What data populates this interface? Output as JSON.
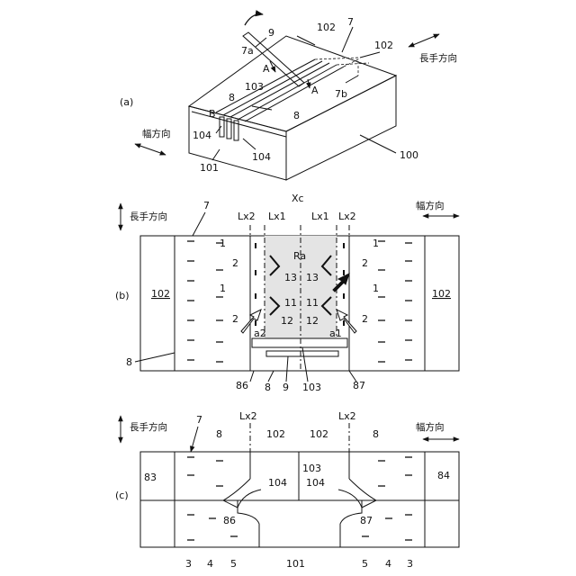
{
  "panel_a": {
    "label": "(a)",
    "ref_100": "100",
    "ref_101": "101",
    "ref_102a": "102",
    "ref_102b": "102",
    "ref_103": "103",
    "ref_104a": "104",
    "ref_104b": "104",
    "ref_7": "7",
    "ref_7a": "7a",
    "ref_7b": "7b",
    "ref_8a": "8",
    "ref_8b": "8",
    "ref_9": "9",
    "ref_A1": "A",
    "ref_A2": "A",
    "ref_B": "B",
    "dir_long": "長手方向",
    "dir_width": "幅方向"
  },
  "panel_b": {
    "label": "(b)",
    "dir_long": "長手方向",
    "dir_width": "幅方向",
    "ref_7": "7",
    "ref_Xc": "Xc",
    "lx2_left": "Lx2",
    "lx1_left": "Lx1",
    "lx1_right": "Lx1",
    "lx2_right": "Lx2",
    "ref_Ra": "Ra",
    "ref_102_left": "102",
    "ref_102_right": "102",
    "ref_1_ul": "1",
    "ref_2_ul": "2",
    "ref_1_ml": "1",
    "ref_2_ll": "2",
    "ref_1_ur": "1",
    "ref_2_ur": "2",
    "ref_1_mr": "1",
    "ref_2_lr": "2",
    "ref_13l": "13",
    "ref_13r": "13",
    "ref_11l": "11",
    "ref_11r": "11",
    "ref_12l": "12",
    "ref_12r": "12",
    "ref_a1": "a1",
    "ref_a2": "a2",
    "ref_8_side": "8",
    "ref_86": "86",
    "ref_8_bottom": "8",
    "ref_9": "9",
    "ref_103": "103",
    "ref_87": "87"
  },
  "panel_c": {
    "label": "(c)",
    "dir_long": "長手方向",
    "dir_width": "幅方向",
    "lx2_left": "Lx2",
    "lx2_right": "Lx2",
    "ref_7": "7",
    "ref_8l": "8",
    "ref_8r": "8",
    "ref_102l": "102",
    "ref_102r": "102",
    "ref_103": "103",
    "ref_104l": "104",
    "ref_104r": "104",
    "ref_83": "83",
    "ref_84": "84",
    "ref_86": "86",
    "ref_87": "87",
    "ref_101": "101",
    "bottom_left": [
      "3",
      "4",
      "5"
    ],
    "bottom_right": [
      "5",
      "4",
      "3"
    ]
  }
}
